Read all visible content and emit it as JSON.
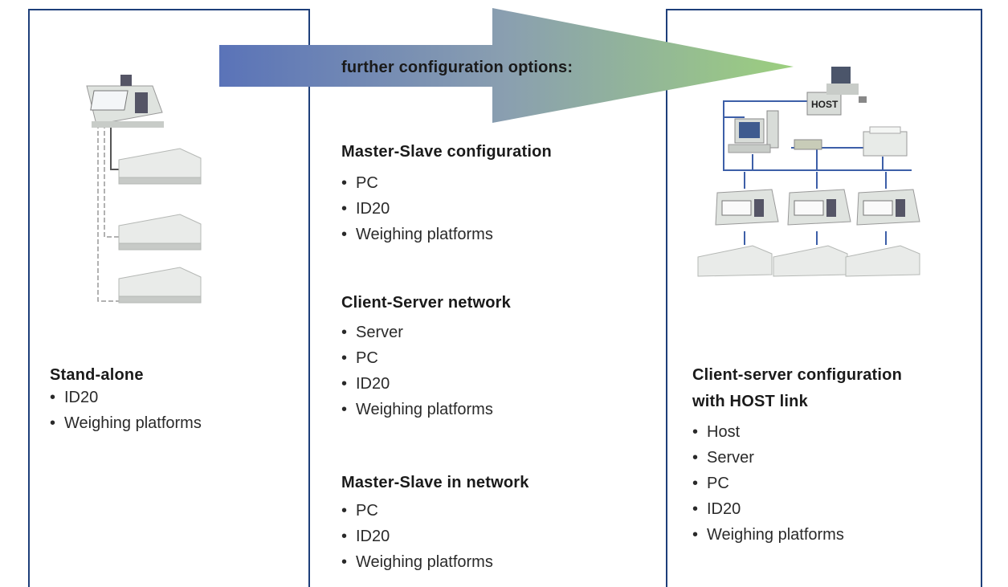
{
  "arrow": {
    "label": "further configuration options:"
  },
  "standalone": {
    "title": "Stand-alone",
    "items": [
      "ID20",
      "Weighing platforms"
    ]
  },
  "middle": {
    "sections": [
      {
        "title": "Master-Slave configuration",
        "items": [
          "PC",
          "ID20",
          "Weighing platforms"
        ]
      },
      {
        "title": "Client-Server network",
        "items": [
          "Server",
          "PC",
          "ID20",
          "Weighing platforms"
        ]
      },
      {
        "title": "Master-Slave in network",
        "items": [
          "PC",
          "ID20",
          "Weighing platforms"
        ]
      }
    ]
  },
  "client_server": {
    "title_line1": "Client-server configuration",
    "title_line2": "with HOST link",
    "items": [
      "Host",
      "Server",
      "PC",
      "ID20",
      "Weighing platforms"
    ],
    "host_label": "HOST"
  },
  "colors": {
    "border": "#1e3f7a",
    "arrow_start": "#5a73b8",
    "arrow_end": "#9ccf7e",
    "network_line": "#3d5fa8"
  },
  "bullet": "•"
}
